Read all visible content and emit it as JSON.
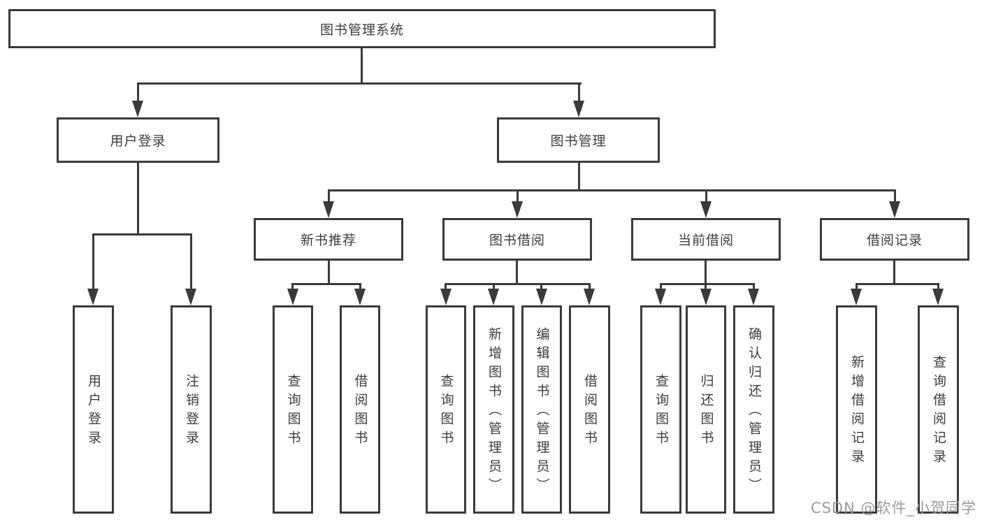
{
  "colors": {
    "line": "#3a3a3a",
    "box_border": "#3a3a3a",
    "text": "#3c3c3c",
    "watermark": "#9b9b9b",
    "background": "#ffffff"
  },
  "diagram": {
    "root_label": "图书管理系统",
    "level1": [
      {
        "label": "用户登录"
      },
      {
        "label": "图书管理"
      }
    ],
    "user_login_children": [
      {
        "label": "用户登录"
      },
      {
        "label": "注销登录"
      }
    ],
    "book_mgmt_groups": [
      {
        "label": "新书推荐",
        "children": [
          {
            "label": "查询图书"
          },
          {
            "label": "借阅图书"
          }
        ]
      },
      {
        "label": "图书借阅",
        "children": [
          {
            "label": "查询图书"
          },
          {
            "label": "新增图书（管理员）"
          },
          {
            "label": "编辑图书（管理员）"
          },
          {
            "label": "借阅图书"
          }
        ]
      },
      {
        "label": "当前借阅",
        "children": [
          {
            "label": "查询图书"
          },
          {
            "label": "归还图书"
          },
          {
            "label": "确认归还（管理员）"
          }
        ]
      },
      {
        "label": "借阅记录",
        "children": [
          {
            "label": "新增借阅记录"
          },
          {
            "label": "查询借阅记录"
          }
        ]
      }
    ]
  },
  "watermark": {
    "text": "CSDN @软件_小贺同学"
  }
}
